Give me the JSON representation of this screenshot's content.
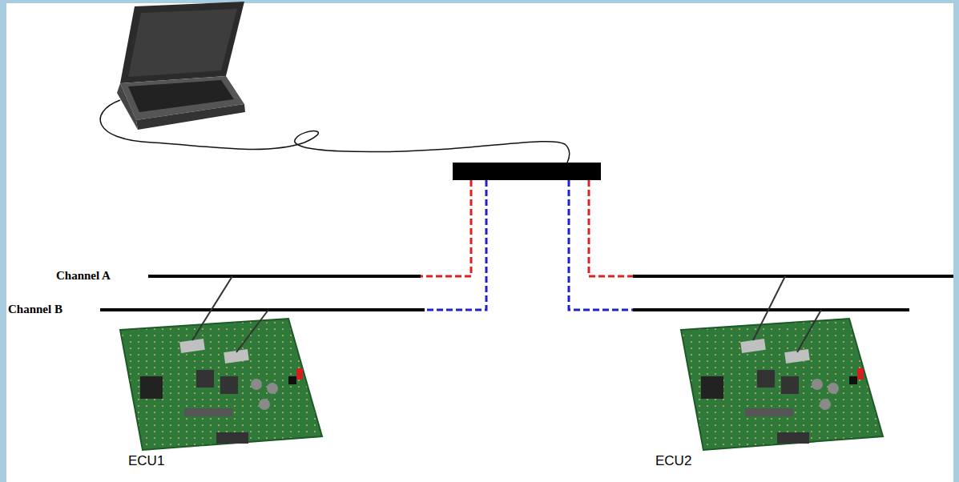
{
  "diagram": {
    "labels": [
      "Channel A",
      "Channel B",
      "ECU1",
      "ECU2"
    ]
  }
}
